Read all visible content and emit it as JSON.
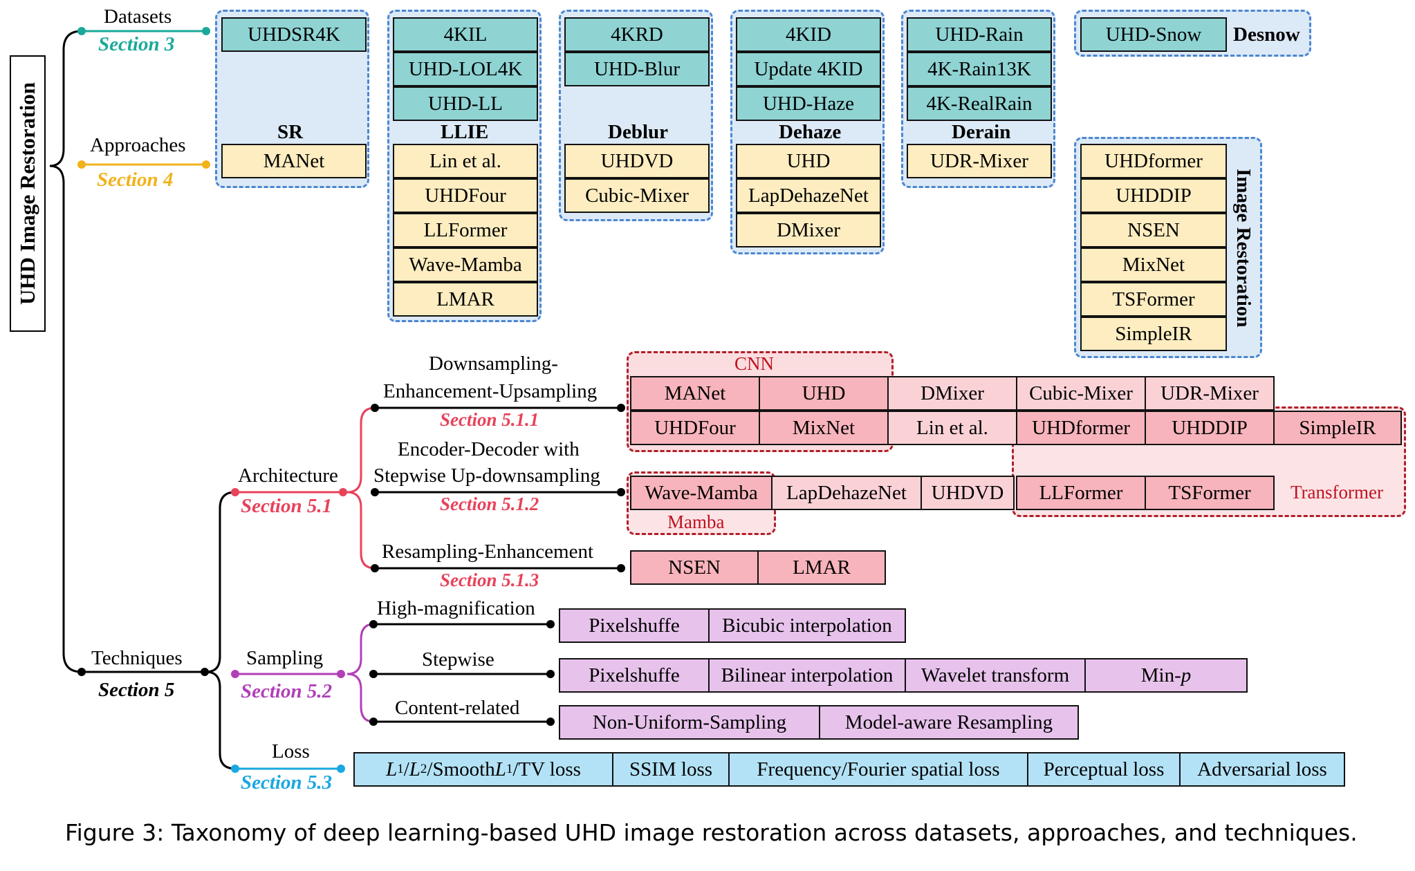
{
  "root": "UHD Image Restoration",
  "branches": {
    "datasets": {
      "label": "Datasets",
      "section": "Section 3",
      "color": "#1aa99a"
    },
    "approaches": {
      "label": "Approaches",
      "section": "Section 4",
      "color": "#f1b21a"
    },
    "techniques": {
      "label": "Techniques",
      "section": "Section 5",
      "color": "#000000"
    }
  },
  "groups": {
    "sr": {
      "name": "SR",
      "datasets": [
        "UHDSR4K"
      ],
      "approaches": [
        "MANet"
      ]
    },
    "llie": {
      "name": "LLIE",
      "datasets": [
        "4KIL",
        "UHD-LOL4K",
        "UHD-LL"
      ],
      "approaches": [
        "Lin et al.",
        "UHDFour",
        "LLFormer",
        "Wave-Mamba",
        "LMAR"
      ]
    },
    "deblur": {
      "name": "Deblur",
      "datasets": [
        "4KRD",
        "UHD-Blur"
      ],
      "approaches": [
        "UHDVD",
        "Cubic-Mixer"
      ]
    },
    "dehaze": {
      "name": "Dehaze",
      "datasets": [
        "4KID",
        "Update 4KID",
        "UHD-Haze"
      ],
      "approaches": [
        "UHD",
        "LapDehazeNet",
        "DMixer"
      ]
    },
    "derain": {
      "name": "Derain",
      "datasets": [
        "UHD-Rain",
        "4K-Rain13K",
        "4K-RealRain"
      ],
      "approaches": [
        "UDR-Mixer"
      ]
    },
    "desnow": {
      "name": "Desnow",
      "datasets": [
        "UHD-Snow"
      ]
    },
    "image_restoration": {
      "name": "Image Restoration",
      "approaches": [
        "UHDformer",
        "UHDDIP",
        "NSEN",
        "MixNet",
        "TSFormer",
        "SimpleIR"
      ]
    }
  },
  "architecture": {
    "label": "Architecture",
    "section": "Section 5.1",
    "color": "#e8425a",
    "sub1": {
      "label_line1": "Downsampling-",
      "label_line2": "Enhancement-Upsampling",
      "section": "Section 5.1.1"
    },
    "sub2": {
      "label_line1": "Encoder-Decoder with",
      "label_line2": "Stepwise Up-downsampling",
      "section": "Section 5.1.2"
    },
    "sub3": {
      "label": "Resampling-Enhancement",
      "section": "Section 5.1.3"
    },
    "row1a": [
      "MANet",
      "UHD",
      "DMixer",
      "Cubic-Mixer",
      "UDR-Mixer"
    ],
    "row1b": [
      "UHDFour",
      "MixNet",
      "Lin et al.",
      "UHDformer",
      "UHDDIP",
      "SimpleIR"
    ],
    "row2": [
      "Wave-Mamba",
      "LapDehazeNet",
      "UHDVD",
      "LLFormer",
      "TSFormer"
    ],
    "row3": [
      "NSEN",
      "LMAR"
    ],
    "tags": {
      "cnn": "CNN",
      "mamba": "Mamba",
      "transformer": "Transformer"
    }
  },
  "sampling": {
    "label": "Sampling",
    "section": "Section 5.2",
    "color": "#b03fb8",
    "high_magnification": {
      "label": "High-magnification",
      "items": [
        "Pixelshuffe",
        "Bicubic interpolation"
      ]
    },
    "stepwise": {
      "label": "Stepwise",
      "items": [
        "Pixelshuffe",
        "Bilinear interpolation",
        "Wavelet transform",
        "Min-"
      ],
      "min_suffix": "p"
    },
    "content_related": {
      "label": "Content-related",
      "items": [
        "Non-Uniform-Sampling",
        "Model-aware Resampling"
      ]
    }
  },
  "loss": {
    "label": "Loss",
    "section": "Section 5.3",
    "color": "#1aa7e0",
    "items": [
      "/SmoothL1/TV loss",
      "SSIM loss",
      "Frequency/Fourier spatial loss",
      "Perceptual loss",
      "Adversarial loss"
    ],
    "first_prefix": {
      "l": "L",
      "s1": "1",
      "sep": "/",
      "s2": "2",
      "rest": "/Smooth",
      "l3": "L",
      "s3": "1",
      "tail": "/TV loss"
    }
  },
  "caption": "Figure 3: Taxonomy of deep learning-based UHD image restoration across datasets, approaches, and techniques."
}
